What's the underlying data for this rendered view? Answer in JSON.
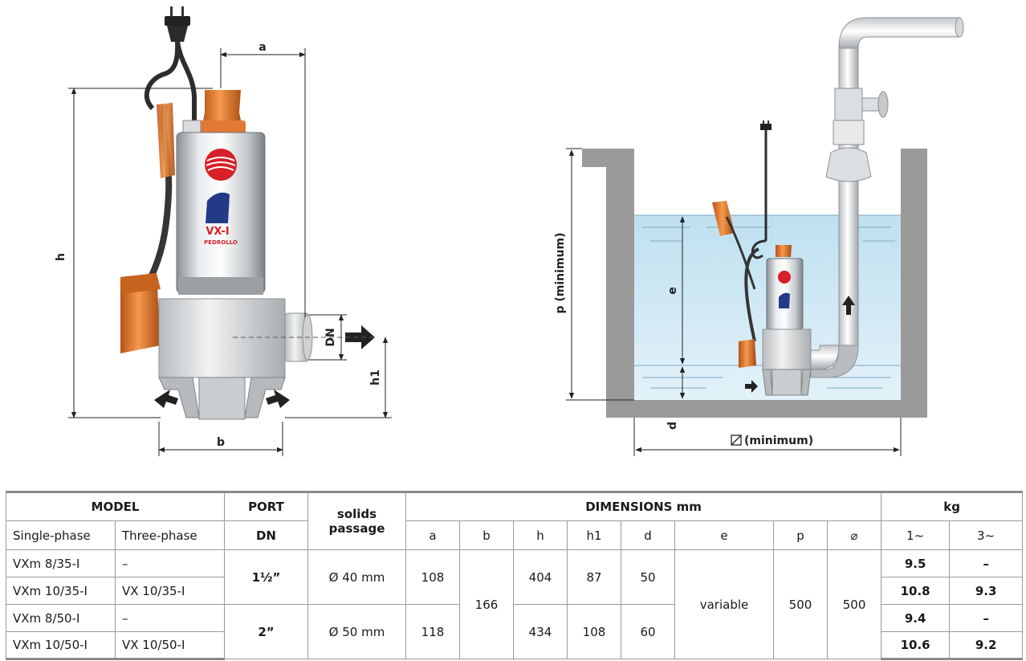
{
  "dimension_labels": {
    "a": "a",
    "b": "b",
    "h": "h",
    "h1": "h1",
    "dn": "DN",
    "p": "p  (minimum)",
    "e": "e",
    "d": "d",
    "dia": "(minimum)"
  },
  "pump_logo_text": "VX-I",
  "brand_text": "PEDROLLO",
  "table": {
    "head1": {
      "model": "MODEL",
      "port": "PORT",
      "solids": "solids",
      "dimensions": "DIMENSIONS  mm",
      "kg": "kg"
    },
    "head2": {
      "single": "Single-phase",
      "three": "Three-phase",
      "dn": "DN",
      "passage": "passage",
      "a": "a",
      "b": "b",
      "h": "h",
      "h1": "h1",
      "d": "d",
      "e": "e",
      "p": "p",
      "dia": "⌀",
      "kg1": "1~",
      "kg3": "3~"
    },
    "rows": [
      {
        "single": "VXm 8/35-I",
        "three": "–",
        "kg1": "9.5",
        "kg3": "–"
      },
      {
        "single": "VXm 10/35-I",
        "three": "VX 10/35-I",
        "kg1": "10.8",
        "kg3": "9.3"
      },
      {
        "single": "VXm 8/50-I",
        "three": "–",
        "kg1": "9.4",
        "kg3": "–"
      },
      {
        "single": "VXm 10/50-I",
        "three": "VX 10/50-I",
        "kg1": "10.6",
        "kg3": "9.2"
      }
    ],
    "group35": {
      "dn": "1½”",
      "solids": "Ø 40 mm",
      "a": "108",
      "h": "404",
      "h1": "87",
      "d": "50"
    },
    "group50": {
      "dn": "2”",
      "solids": "Ø 50 mm",
      "a": "118",
      "h": "434",
      "h1": "108",
      "d": "60"
    },
    "shared": {
      "b": "166",
      "e": "variable",
      "p": "500",
      "dia": "500"
    }
  }
}
